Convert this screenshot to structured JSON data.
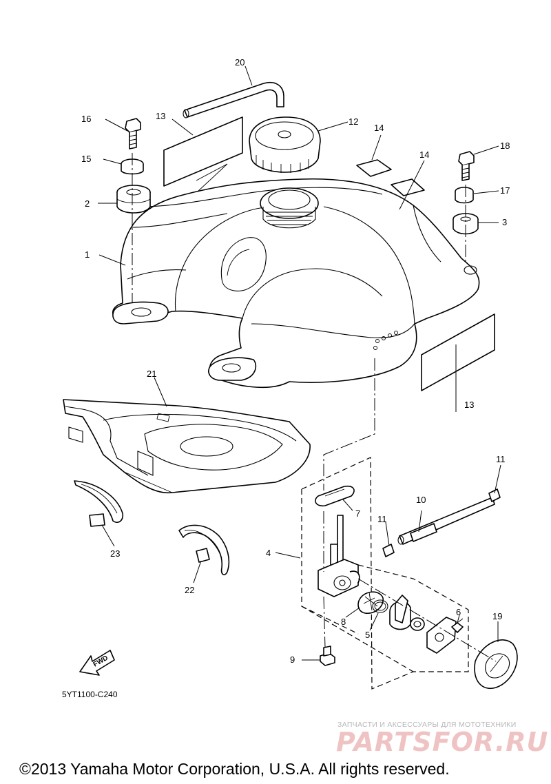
{
  "callouts": {
    "c1": "1",
    "c2": "2",
    "c3": "3",
    "c4": "4",
    "c5": "5",
    "c6": "6",
    "c7": "7",
    "c8": "8",
    "c9": "9",
    "c10": "10",
    "c11a": "11",
    "c11b": "11",
    "c12": "12",
    "c13a": "13",
    "c13b": "13",
    "c14a": "14",
    "c14b": "14",
    "c15": "15",
    "c16": "16",
    "c17": "17",
    "c18": "18",
    "c19": "19",
    "c20": "20",
    "c21": "21",
    "c22": "22",
    "c23": "23"
  },
  "fwd_label": "FWD",
  "diagram_code": "5YT1100-C240",
  "watermark": {
    "tagline": "ЗАПЧАСТИ И АКСЕССУАРЫ ДЛЯ МОТОТЕХНИКИ",
    "brand": "PARTSFOR.RU"
  },
  "copyright": "©2013 Yamaha Motor Corporation, U.S.A. All rights reserved."
}
